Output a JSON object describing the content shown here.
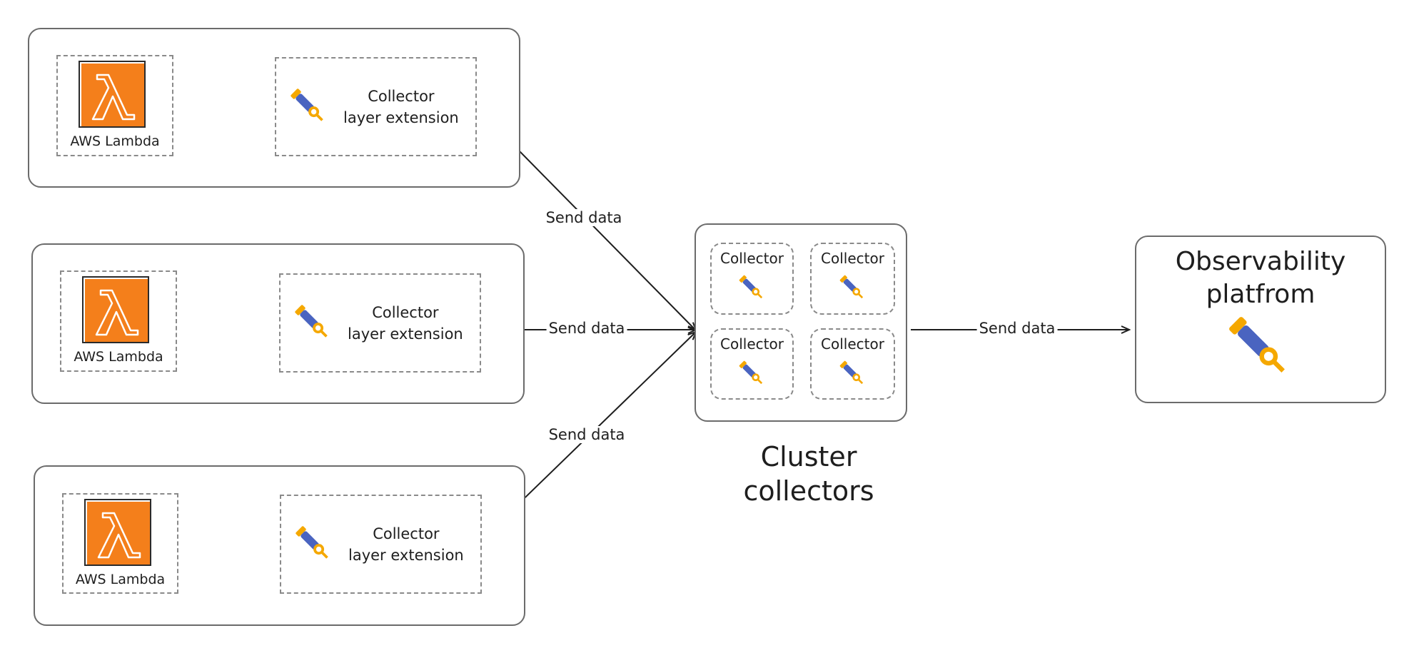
{
  "lambda_label": "AWS Lambda",
  "lambda_glyph": "λ",
  "extension_label": [
    "Collector",
    "layer extension"
  ],
  "edge_label": "Send data",
  "cluster": {
    "collector_label": "Collector",
    "title": [
      "Cluster",
      "collectors"
    ]
  },
  "platform": {
    "title": [
      "Observability",
      "platfrom"
    ]
  },
  "colors": {
    "lambda_orange": "#f47f1b",
    "telescope_blue": "#4a64c0",
    "telescope_yellow": "#f5a800"
  },
  "icons": {
    "lambda": "aws-lambda-icon",
    "collector": "opentelemetry-telescope-icon"
  }
}
